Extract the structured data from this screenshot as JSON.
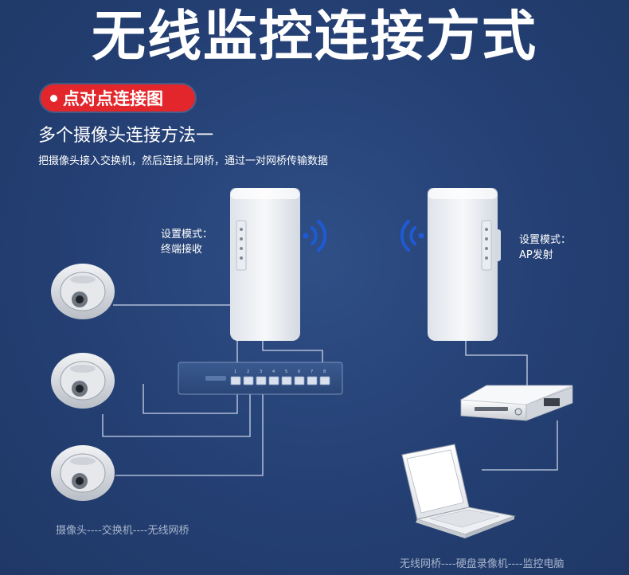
{
  "title": "无线监控连接方式",
  "badge": {
    "label": "点对点连接图"
  },
  "method_title": "多个摄像头连接方法一",
  "description": "把摄像头接入交换机，然后连接上网桥，通过一对网桥传输数据",
  "left_bridge_note": {
    "line1": "设置模式：",
    "line2": "终端接收"
  },
  "right_bridge_note": {
    "line1": "设置模式：",
    "line2": "AP发射"
  },
  "caption_left": "摄像头----交换机----无线网桥",
  "caption_right": "无线网桥----硬盘录像机----监控电脑",
  "switch_ports": [
    "1",
    "2",
    "3",
    "4",
    "5",
    "6",
    "7",
    "8"
  ],
  "colors": {
    "background": "#243f73",
    "badge": "#e3262b",
    "signal": "#1f5ad6",
    "line": "#c9d4e6"
  }
}
